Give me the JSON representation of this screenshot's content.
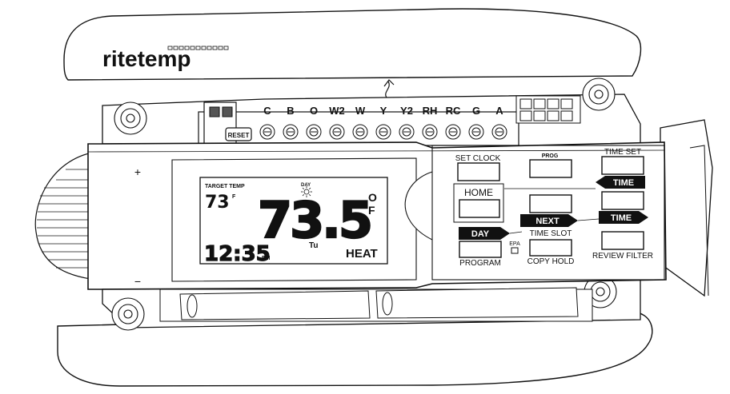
{
  "brand": "ritetemp",
  "terminals": [
    "C",
    "B",
    "O",
    "W2",
    "W",
    "Y",
    "Y2",
    "RH",
    "RC",
    "G",
    "A"
  ],
  "reset_label": "RESET",
  "display": {
    "target_temp_label": "TARGET TEMP",
    "target_temp_value": "73",
    "target_unit": "F",
    "day_label": "DAY",
    "main_temp": "73.5",
    "main_unit_o": "O",
    "main_unit_f": "F",
    "time": "12:35",
    "time_suffix": "PM",
    "weekday": "Tu",
    "mode": "HEAT"
  },
  "buttons": {
    "set_clock": "SET CLOCK",
    "prog": "PROG",
    "time_set": "TIME SET",
    "time_up": "TIME",
    "home": "HOME",
    "next": "NEXT",
    "time_down": "TIME",
    "day": "DAY",
    "time_slot": "TIME SLOT",
    "epa": "EPA",
    "program": "PROGRAM",
    "copy_hold": "COPY HOLD",
    "review_filter": "REVIEW FILTER"
  },
  "symbols": {
    "plus": "+",
    "minus": "−"
  }
}
